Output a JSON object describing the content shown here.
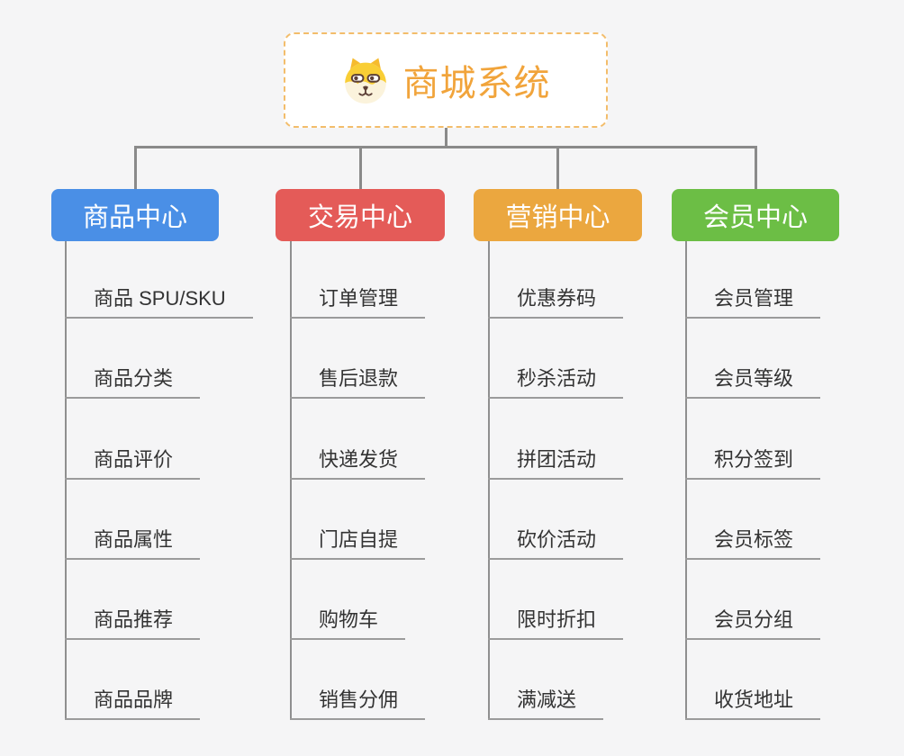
{
  "root": {
    "title": "商城系统",
    "icon": "dog-face-icon",
    "title_color": "#f1a43b",
    "border_color": "#f3bd6b"
  },
  "branches": [
    {
      "label": "商品中心",
      "color": "#4a8fe6",
      "children": [
        "商品 SPU/SKU",
        "商品分类",
        "商品评价",
        "商品属性",
        "商品推荐",
        "商品品牌"
      ]
    },
    {
      "label": "交易中心",
      "color": "#e45b58",
      "children": [
        "订单管理",
        "售后退款",
        "快递发货",
        "门店自提",
        "购物车",
        "销售分佣"
      ]
    },
    {
      "label": "营销中心",
      "color": "#eba73f",
      "children": [
        "优惠券码",
        "秒杀活动",
        "拼团活动",
        "砍价活动",
        "限时折扣",
        "满减送"
      ]
    },
    {
      "label": "会员中心",
      "color": "#6cbe45",
      "children": [
        "会员管理",
        "会员等级",
        "积分签到",
        "会员标签",
        "会员分组",
        "收货地址"
      ]
    }
  ],
  "colors": {
    "background": "#f5f5f6",
    "connector": "#8a8a8a",
    "child_underline": "#9b9b9b",
    "child_text": "#333333"
  }
}
